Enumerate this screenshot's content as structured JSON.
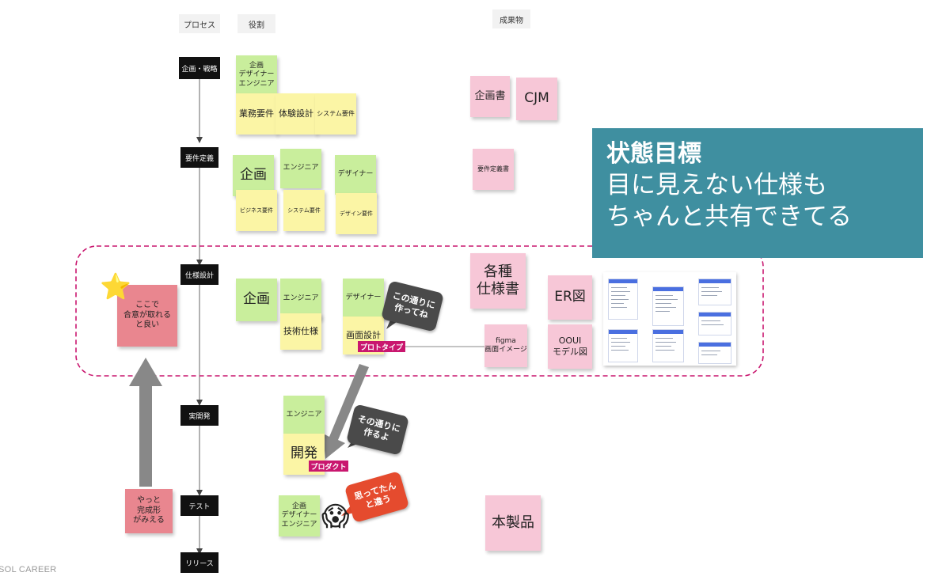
{
  "headers": {
    "process": "プロセス",
    "role": "役割",
    "deliverable": "成果物"
  },
  "processes": [
    "企画・戦略",
    "要件定義",
    "仕様設計",
    "実開発",
    "テスト",
    "リリース"
  ],
  "roles": {
    "strategy_team": "企画\nデザイナー\nエンジニア",
    "business_req": "業務要件",
    "ux_design": "体験設計",
    "system_req": "システム要件",
    "req_planner": "企画",
    "req_engineer": "エンジニア",
    "req_designer": "デザイナー",
    "business_req2": "ビジネス要件",
    "system_req2": "システム要件",
    "design_req": "デザイン要件",
    "spec_planner": "企画",
    "spec_engineer": "エンジニア",
    "spec_designer": "デザイナー",
    "tech_spec": "技術仕様",
    "screen_design": "画面設計",
    "prototype_tag": "プロトタイプ",
    "dev_engineer": "エンジニア",
    "dev": "開発",
    "product_tag": "プロダクト",
    "test_team": "企画\nデザイナー\nエンジニア"
  },
  "deliverables": {
    "plan_doc": "企画書",
    "cjm": "CJM",
    "req_doc": "要件定義書",
    "specs": "各種\n仕様書",
    "er": "ER図",
    "figma": "figma\n画面イメージ",
    "ooui": "OOUI\nモデル図",
    "product": "本製品"
  },
  "notes": {
    "agree": "ここで\n合意が取れる\nと良い",
    "finally": "やっと\n完成形\nがみえる"
  },
  "bubbles": {
    "as_is": "この通りに\n作ってね",
    "will_make": "その通りに\n作るよ",
    "different": "思ってたん\nと違う"
  },
  "emoji": {
    "star": "⭐",
    "scream": "😱"
  },
  "callout": {
    "title": "状態目標",
    "body": "目に見えない仕様も\nちゃんと共有できてる"
  },
  "footer": "SOL CAREER",
  "colors": {
    "green_note": "#c9ee9c",
    "yellow_note": "#fbf5a5",
    "pink_note": "#f7c7d7",
    "red_note": "#e9868f",
    "tag": "#c9176f",
    "callout": "#3f8fa0",
    "dashed_border": "#c9176f"
  }
}
